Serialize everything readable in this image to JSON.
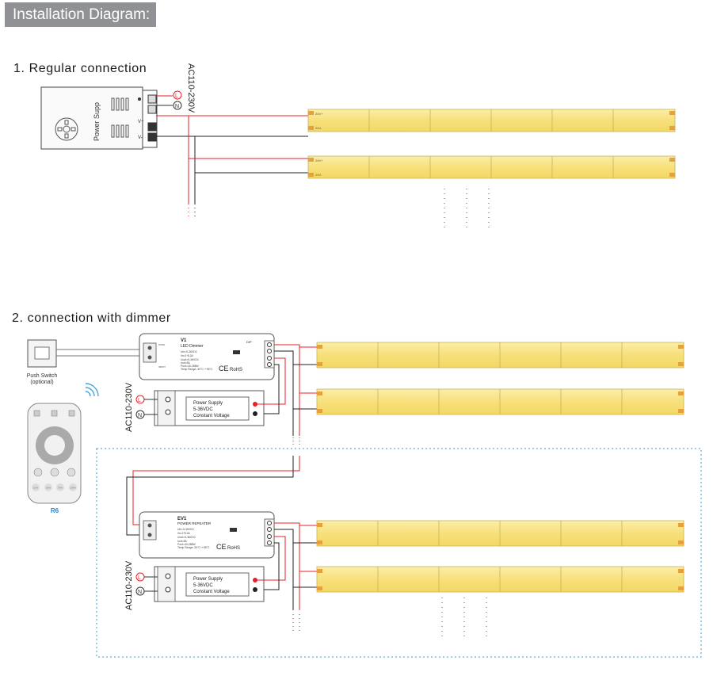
{
  "header": {
    "title": "Installation Diagram:"
  },
  "section1": {
    "title": "1. Regular connection",
    "ac_label": "AC110-230V",
    "psu_label": "Power Supp",
    "l_label": "L",
    "n_label": "N",
    "v_plus": "V+",
    "v_minus": "V-",
    "strip_pos": "24V+",
    "strip_neg": "24V-"
  },
  "section2": {
    "title": "2. connection with dimmer",
    "push_switch": "Push Switch",
    "push_optional": "(optional)",
    "remote_model": "R6",
    "remote_keys": [
      "10%",
      "50%",
      "70%",
      "100%"
    ],
    "ac_label_1": "AC110-230V",
    "ac_label_2": "AC110-230V",
    "l_label": "L",
    "n_label": "N",
    "dimmer": {
      "model": "V1",
      "name": "LED Dimmer",
      "spec1": "Uin=5-36VDC",
      "spec2": "Iin=1*8.3A",
      "spec3": "Uout=5-36VDC",
      "spec4": "Iout=8A",
      "spec5": "Pout=40-288W",
      "spec6": "Temp Range:-30°C~+55°C",
      "rohs": "RoHS",
      "ce": "CE",
      "dip": "DIP",
      "push": "PUSH",
      "input": "INPUT"
    },
    "repeater": {
      "model": "EV1",
      "name": "POWER REPEATER",
      "spec1": "Uin=5-36VDC",
      "spec2": "Iin=1*8.3A",
      "spec3": "Uout=5-36VDC",
      "spec4": "Iout=8A",
      "spec5": "Pout=40-288W",
      "spec6": "Temp Range:-30°C~+55°C",
      "rohs": "RoHS",
      "ce": "CE"
    },
    "psu": {
      "line1": "Power Supply",
      "line2": "5-36VDC",
      "line3": "Constant Voltage"
    }
  },
  "colors": {
    "strip": "#f7e38a",
    "strip_edge": "#e6c94a",
    "wire_red": "#e8202a",
    "wire_black": "#222222",
    "dotted_box": "#3b9ad6",
    "remote_label": "#2e7fc0"
  }
}
